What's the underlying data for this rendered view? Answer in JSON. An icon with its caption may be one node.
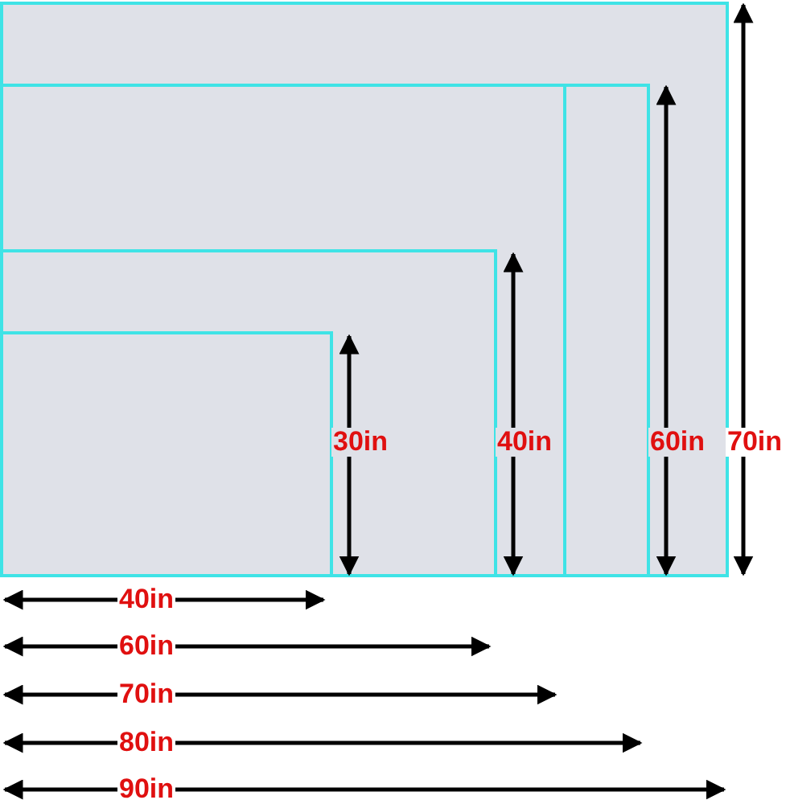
{
  "diagram": {
    "nodes": [
      {
        "text": [],
        "shape": "box"
      },
      {
        "text": [],
        "shape": "box",
        "in": 0
      },
      {
        "text": [],
        "shape": "box",
        "in": 1
      },
      {
        "text": [],
        "shape": "box",
        "in": 2
      },
      {
        "text": [],
        "shape": "box",
        "in": 3
      }
    ],
    "edges": [],
    "labels": [
      "30in",
      "40in",
      "60in",
      "70in",
      "40in",
      "60in",
      "70in",
      "80in",
      "90in"
    ]
  }
}
